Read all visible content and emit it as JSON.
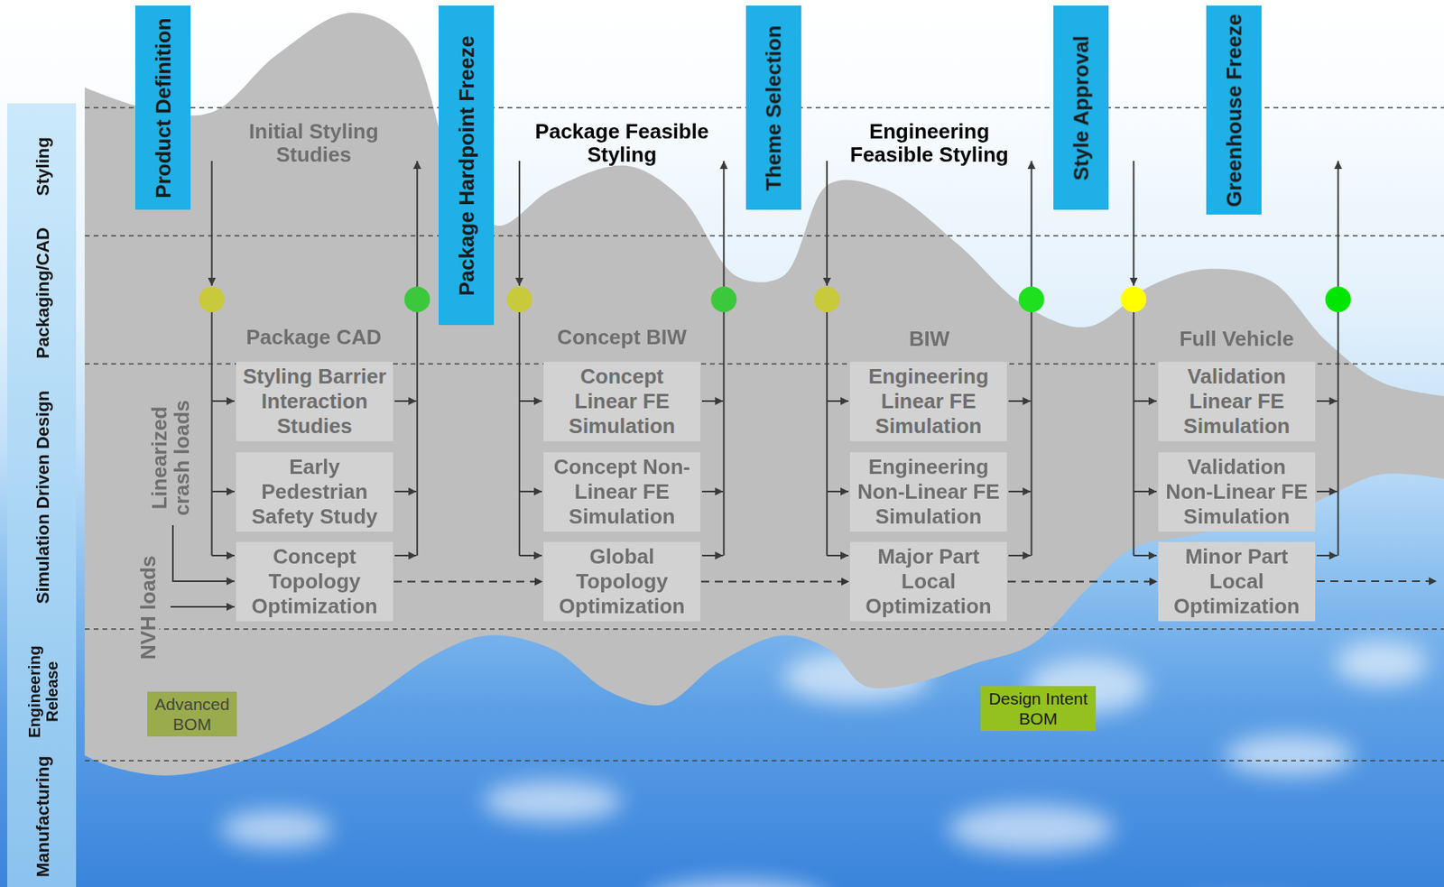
{
  "diagram": {
    "nodes": [
      {
        "text": [
          "Product Definition"
        ]
      },
      {
        "text": [
          "Package Hardpoint Freeze"
        ]
      },
      {
        "text": [
          "Theme Selection"
        ]
      },
      {
        "text": [
          "Style Approval"
        ]
      },
      {
        "text": [
          "Greenhouse Freeze"
        ]
      },
      {
        "text": [
          "Styling Barrier Interaction Studies"
        ]
      },
      {
        "text": [
          "Early Pedestrian Safety Study"
        ]
      },
      {
        "text": [
          "Concept Topology Optimization"
        ]
      },
      {
        "text": [
          "Concept Linear FE Simulation"
        ]
      },
      {
        "text": [
          "Concept Non-Linear FE Simulation"
        ]
      },
      {
        "text": [
          "Global Topology Optimization"
        ]
      },
      {
        "text": [
          "Engineering Linear FE Simulation"
        ]
      },
      {
        "text": [
          "Engineering Non-Linear FE Simulation"
        ]
      },
      {
        "text": [
          "Major Part Local Optimization"
        ]
      },
      {
        "text": [
          "Validation Linear FE Simulation"
        ]
      },
      {
        "text": [
          "Validation Non-Linear FE Simulation"
        ]
      },
      {
        "text": [
          "Minor Part Local Optimization"
        ]
      },
      {
        "text": [
          "Advanced BOM"
        ]
      },
      {
        "text": [
          "Design Intent BOM"
        ]
      }
    ],
    "edges": [
      {
        "from": 7,
        "to": 10,
        "arrow": "to"
      },
      {
        "from": 10,
        "to": 13,
        "arrow": "to"
      },
      {
        "from": 13,
        "to": 16,
        "arrow": "to"
      }
    ],
    "labels": [
      "Styling",
      "Packaging/CAD",
      "Simulation Driven Design",
      "Engineering Release",
      "Manufacturing",
      "Initial Styling Studies",
      "Package Feasible Styling",
      "Engineering Feasible Styling",
      "Package CAD",
      "Concept BIW",
      "BIW",
      "Full Vehicle",
      "Linearized crash loads",
      "NVH loads"
    ]
  }
}
